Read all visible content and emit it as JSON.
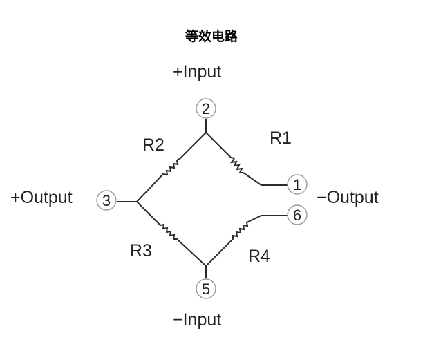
{
  "title": "等效电路",
  "labels": {
    "plus_input": "+Input",
    "minus_input": "−Input",
    "plus_output": "+Output",
    "minus_output": "−Output"
  },
  "resistors": [
    {
      "id": "R1",
      "label": "R1",
      "between": [
        "2",
        "1"
      ]
    },
    {
      "id": "R2",
      "label": "R2",
      "between": [
        "2",
        "3"
      ]
    },
    {
      "id": "R3",
      "label": "R3",
      "between": [
        "3",
        "5"
      ]
    },
    {
      "id": "R4",
      "label": "R4",
      "between": [
        "5",
        "6"
      ]
    }
  ],
  "nodes": {
    "n1": "1",
    "n2": "2",
    "n3": "3",
    "n5": "5",
    "n6": "6"
  },
  "colors": {
    "wire": "#2b2b2b",
    "node_ring": "#9a9a9a"
  }
}
